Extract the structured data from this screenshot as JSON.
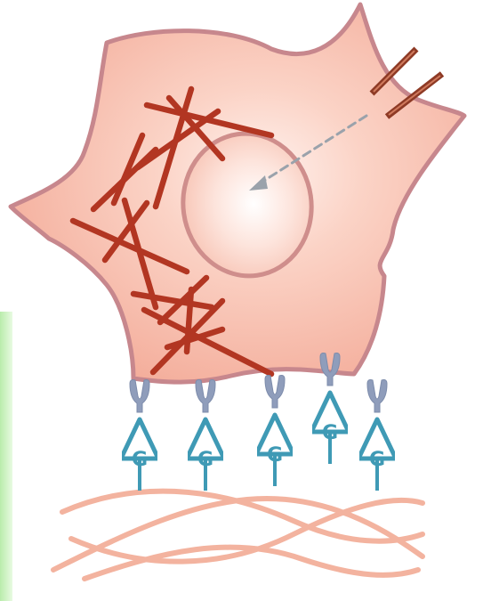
{
  "receptor_label": "G",
  "colors": {
    "background": "#ffffff",
    "side_strip": "#c6efb8",
    "cell_fill": "#f6b7a5",
    "cell_stroke": "#c88a8f",
    "nucleus_stroke": "#cf8a8a",
    "actin": "#b23622",
    "ecm_fiber": "#f0a58f",
    "receptor_stalk": "#8f9dbb",
    "receptor_triangle": "#3f9ab5",
    "signal_arrow": "#9aa2ab",
    "stimulus_bar": "#8e3a25"
  },
  "icons": {
    "cell": "cell-body-shape",
    "nucleus": "nucleus-oval",
    "actin": "actin-filament-lines",
    "stimulus": "double-bar-stimulus",
    "signal": "dashed-arrow",
    "receptor": "integrin-stalk-with-g-triangle",
    "matrix": "extracellular-matrix-waves"
  }
}
